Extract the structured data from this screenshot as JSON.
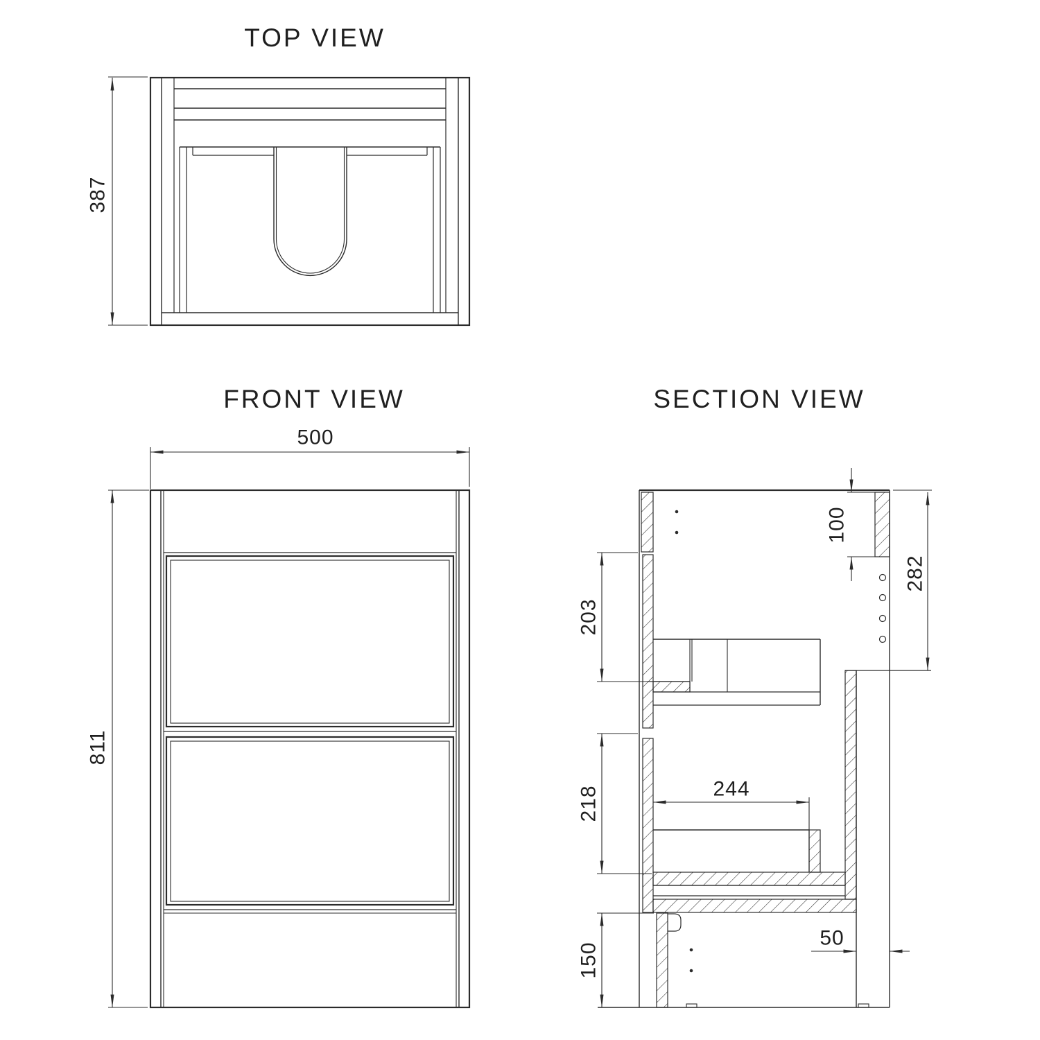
{
  "drawing": {
    "top_view": {
      "title": "TOP VIEW",
      "depth": "387"
    },
    "front_view": {
      "title": "FRONT VIEW",
      "width": "500",
      "height": "811"
    },
    "section_view": {
      "title": "SECTION VIEW",
      "top_rail_height": "100",
      "upper_back_clearance": "282",
      "upper_drawer_opening": "203",
      "lower_drawer_opening": "218",
      "lower_drawer_depth": "244",
      "plinth_height": "150",
      "back_service_gap": "50"
    }
  },
  "colors": {
    "line": "#2b2b2b",
    "text": "#1f1f1f",
    "background": "#ffffff"
  }
}
